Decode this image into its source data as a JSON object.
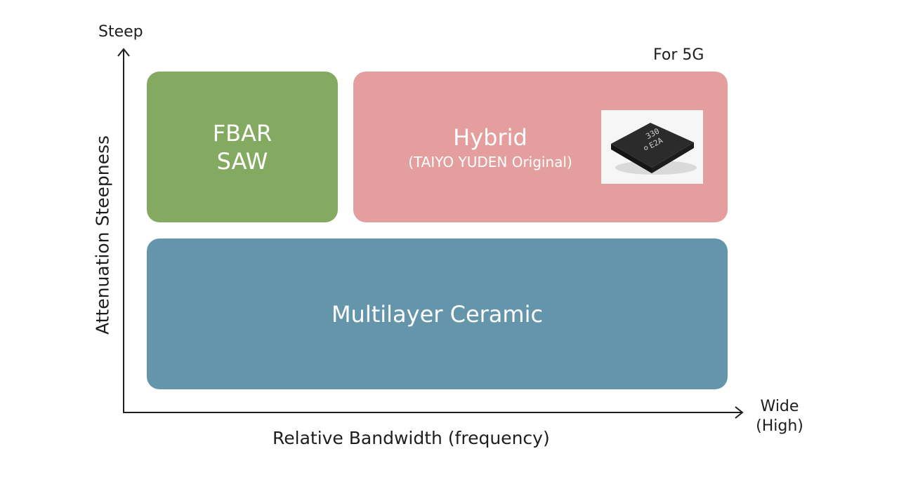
{
  "axes": {
    "y_top_label": "Steep",
    "y_title": "Attenuation Steepness",
    "x_end_label_line1": "Wide",
    "x_end_label_line2": "(High)",
    "x_title": "Relative Bandwidth (frequency)"
  },
  "annotations": {
    "for_5g": "For 5G"
  },
  "boxes": {
    "fbar": {
      "line1": "FBAR",
      "line2": "SAW",
      "color": "#84aa62"
    },
    "hybrid": {
      "title": "Hybrid",
      "subtitle": "(TAIYO YUDEN Original)",
      "chip_marking_line1": "330",
      "chip_marking_line2": "E2A",
      "color": "#e59e9e"
    },
    "multilayer": {
      "label": "Multilayer Ceramic",
      "color": "#6495aa"
    }
  },
  "colors": {
    "axis": "#1e1e1e",
    "chip_body": "#2a2a2a"
  }
}
